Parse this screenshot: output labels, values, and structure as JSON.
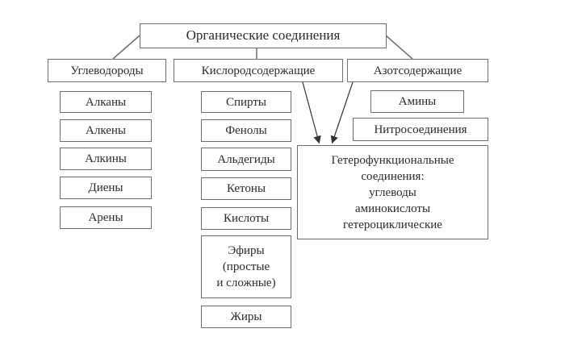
{
  "diagram": {
    "root": "Органические соединения",
    "categories": [
      {
        "label": "Углеводороды",
        "items": [
          "Алканы",
          "Алкены",
          "Алкины",
          "Диены",
          "Арены"
        ]
      },
      {
        "label": "Кислородсодержащие",
        "items": [
          "Спирты",
          "Фенолы",
          "Альдегиды",
          "Кетоны",
          "Кислоты",
          "Эфиры (простые и сложные)",
          "Жиры"
        ]
      },
      {
        "label": "Азотсодержащие",
        "items": [
          "Амины",
          "Нитросоединения"
        ]
      }
    ],
    "esters_lines": [
      "Эфиры",
      "(простые",
      "и сложные)"
    ],
    "heterofunctional": {
      "lines": [
        "Гетерофункциональные",
        "соединения:",
        "углеводы",
        "аминокислоты",
        "гетероциклические"
      ],
      "arrows_from": [
        "Кислородсодержащие",
        "Азотсодержащие"
      ]
    }
  }
}
